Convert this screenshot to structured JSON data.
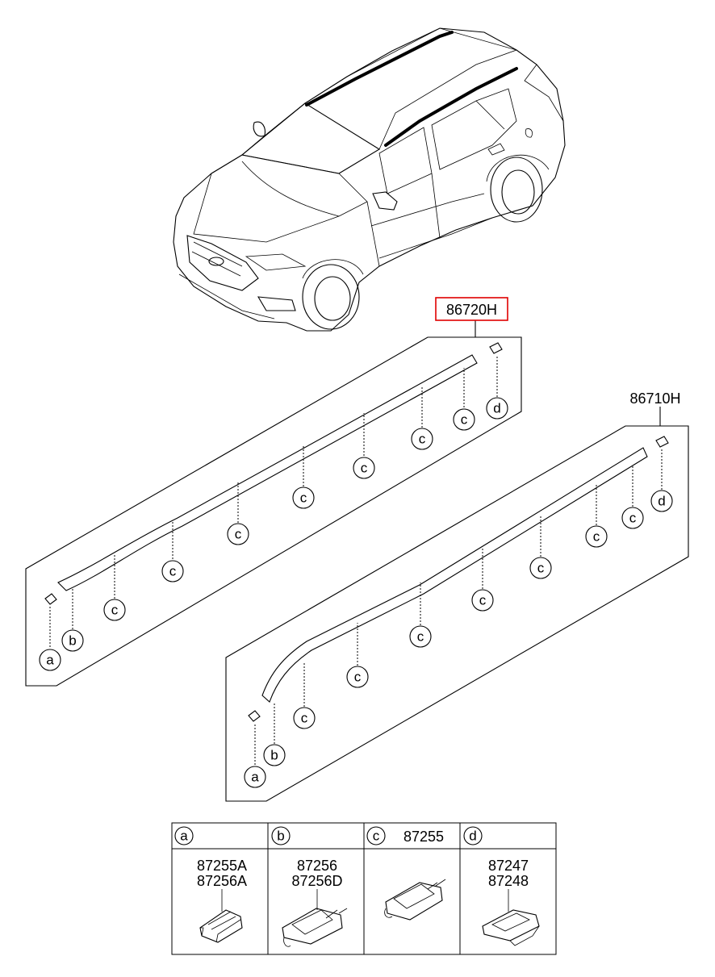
{
  "assemblies": {
    "upper": {
      "part_no": "86720H",
      "highlighted": true
    },
    "lower": {
      "part_no": "86710H",
      "highlighted": false
    }
  },
  "callout_letters": {
    "a": "a",
    "b": "b",
    "c": "c",
    "d": "d"
  },
  "legend": {
    "cells": [
      {
        "letter": "a",
        "header_text": "",
        "part_numbers": [
          "87255A",
          "87256A"
        ]
      },
      {
        "letter": "b",
        "header_text": "",
        "part_numbers": [
          "87256",
          "87256D"
        ]
      },
      {
        "letter": "c",
        "header_text": "87255",
        "part_numbers": []
      },
      {
        "letter": "d",
        "header_text": "",
        "part_numbers": [
          "87247",
          "87248"
        ]
      }
    ]
  },
  "colors": {
    "highlight": "#e00000",
    "line": "#000000"
  }
}
